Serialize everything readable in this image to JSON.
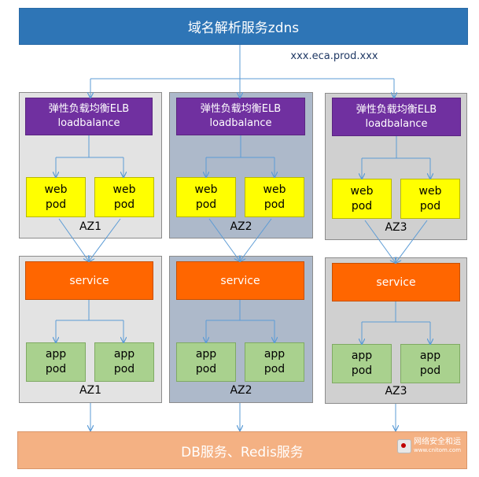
{
  "dns": {
    "label": "域名解析服务zdns"
  },
  "domain_name": "xxx.eca.prod.xxx",
  "zones": [
    {
      "elb_line1": "弹性负载均衡ELB",
      "elb_line2": "loadbalance",
      "web_pods": [
        {
          "l1": "web",
          "l2": "pod"
        },
        {
          "l1": "web",
          "l2": "pod"
        }
      ],
      "web_az": "AZ1",
      "service": "service",
      "app_pods": [
        {
          "l1": "app",
          "l2": "pod"
        },
        {
          "l1": "app",
          "l2": "pod"
        }
      ],
      "app_az": "AZ1"
    },
    {
      "elb_line1": "弹性负载均衡ELB",
      "elb_line2": "loadbalance",
      "web_pods": [
        {
          "l1": "web",
          "l2": "pod"
        },
        {
          "l1": "web",
          "l2": "pod"
        }
      ],
      "web_az": "AZ2",
      "service": "service",
      "app_pods": [
        {
          "l1": "app",
          "l2": "pod"
        },
        {
          "l1": "app",
          "l2": "pod"
        }
      ],
      "app_az": "AZ2"
    },
    {
      "elb_line1": "弹性负载均衡ELB",
      "elb_line2": "loadbalance",
      "web_pods": [
        {
          "l1": "web",
          "l2": "pod"
        },
        {
          "l1": "web",
          "l2": "pod"
        }
      ],
      "web_az": "AZ3",
      "service": "service",
      "app_pods": [
        {
          "l1": "app",
          "l2": "pod"
        },
        {
          "l1": "app",
          "l2": "pod"
        }
      ],
      "app_az": "AZ3"
    }
  ],
  "database": {
    "label": "DB服务、Redis服务"
  },
  "watermark": {
    "title": "网络安全和运",
    "url": "www.cnitom.com"
  },
  "colors": {
    "dns": "#2e75b6",
    "elb": "#7030a0",
    "web_pod": "#ffff00",
    "service": "#ff6600",
    "app_pod": "#a9d18e",
    "database": "#f4b183",
    "connector": "#5b9bd5"
  }
}
